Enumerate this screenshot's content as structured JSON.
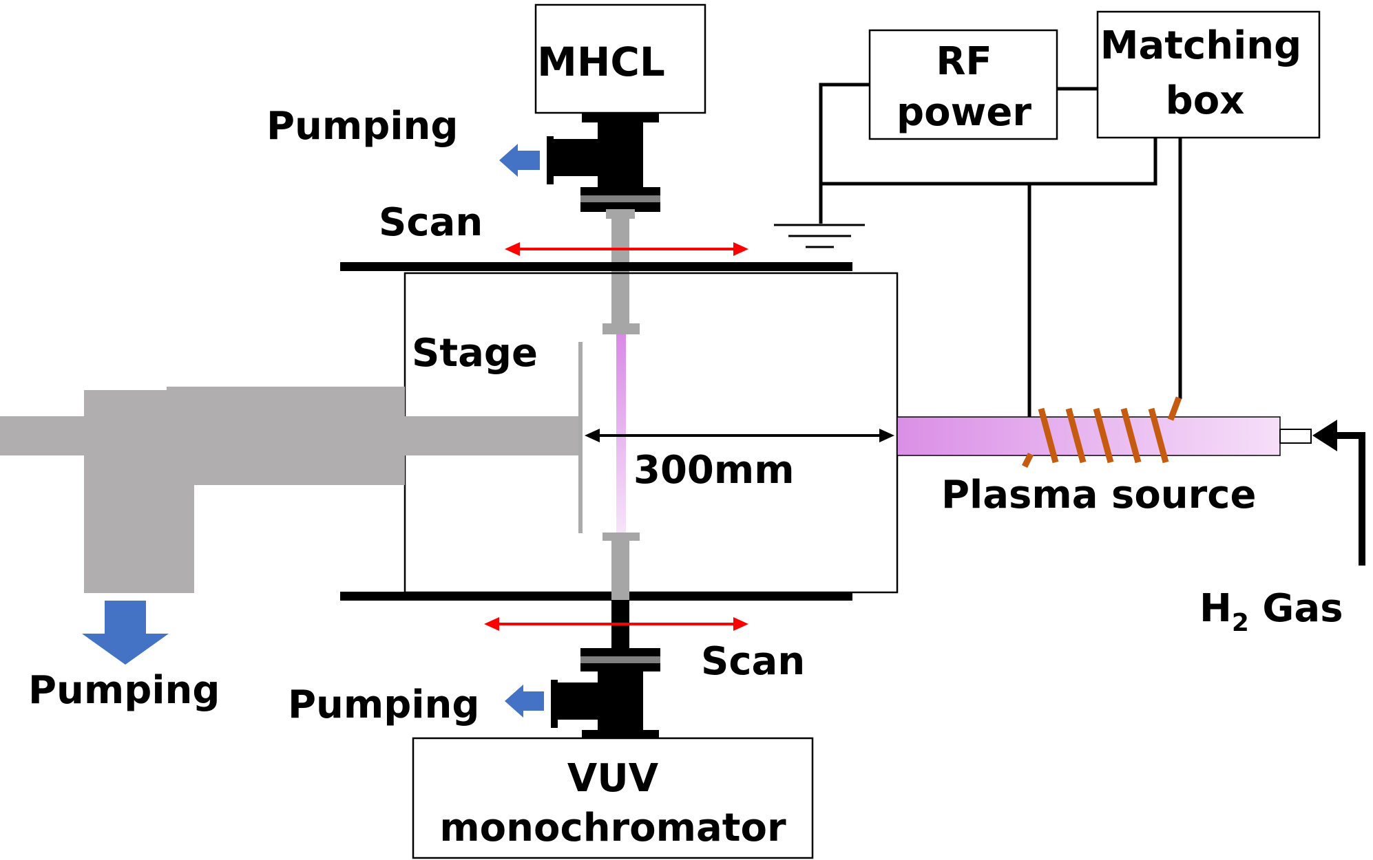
{
  "labels": {
    "mhcl": "MHCL",
    "rf_line1": "RF",
    "rf_line2": "power",
    "matching_line1": "Matching",
    "matching_line2": "box",
    "pumping_top": "Pumping",
    "scan_top": "Scan",
    "stage": "Stage",
    "distance": "300mm",
    "plasma_source": "Plasma source",
    "h2_gas_prefix": "H",
    "h2_gas_subscript": "2",
    "h2_gas_suffix": " Gas",
    "pumping_left": "Pumping",
    "scan_bottom": "Scan",
    "pumping_bottom": "Pumping",
    "vuv_line1": "VUV",
    "vuv_line2": "monochromator"
  },
  "colors": {
    "arrow_blue": "#4472c4",
    "scan_red": "#ff0000",
    "coil_orange": "#c55a11",
    "stage_gray": "#b0aeae",
    "plasma_start": "#da8fe6",
    "plasma_end": "#f6dff9"
  }
}
